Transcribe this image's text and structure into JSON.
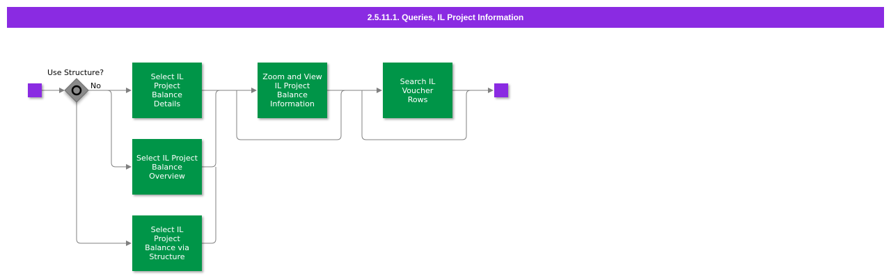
{
  "title": "2.5.11.1. Queries, IL Project Information",
  "colors": {
    "header": "#8a2be2",
    "activity": "#009548",
    "event": "#8a2be2",
    "gateway": "#808080",
    "connector": "#808080"
  },
  "gateway": {
    "label": "Use Structure?",
    "branch_label": "No",
    "icon": "circle-icon"
  },
  "activities": {
    "select_details": "Select IL\nProject\nBalance\nDetails",
    "select_overview": "Select IL Project\nBalance\nOverview",
    "select_structure": "Select IL\nProject\nBalance via\nStructure",
    "zoom_view": "Zoom and View\nIL Project\nBalance\nInformation",
    "search_voucher": "Search IL\nVoucher\nRows"
  }
}
